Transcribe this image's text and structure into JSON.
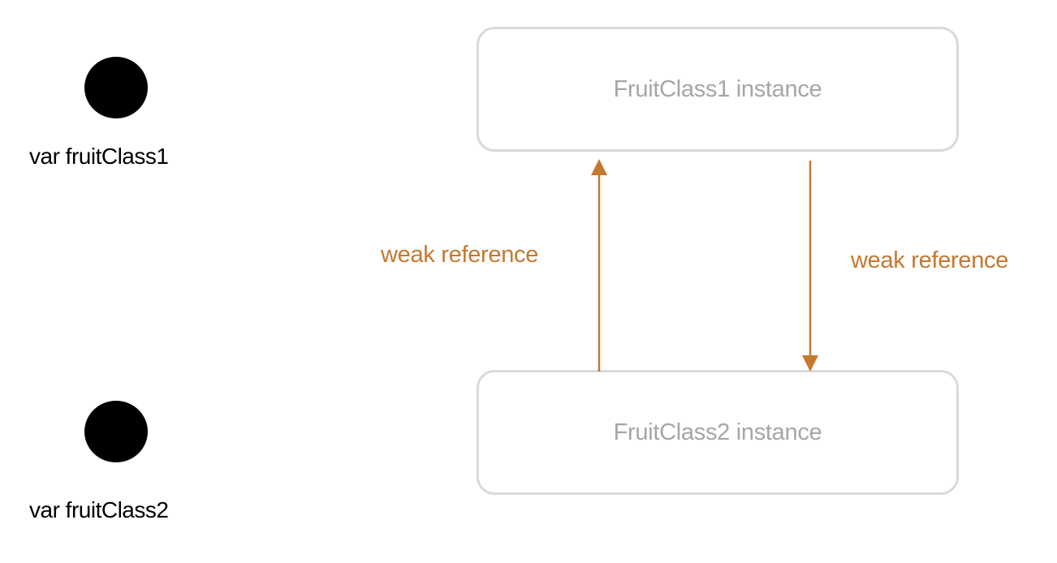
{
  "variables": [
    {
      "label": "var fruitClass1"
    },
    {
      "label": "var fruitClass2"
    }
  ],
  "instances": [
    {
      "label": "FruitClass1 instance"
    },
    {
      "label": "FruitClass2 instance"
    }
  ],
  "references": [
    {
      "label": "weak reference",
      "from": "FruitClass2 instance",
      "to": "FruitClass1 instance"
    },
    {
      "label": "weak reference",
      "from": "FruitClass1 instance",
      "to": "FruitClass2 instance"
    }
  ],
  "colors": {
    "reference": "#c5782f",
    "box_border": "#d9d9d9",
    "box_text": "#a6a6a6",
    "variable": "#000000"
  }
}
